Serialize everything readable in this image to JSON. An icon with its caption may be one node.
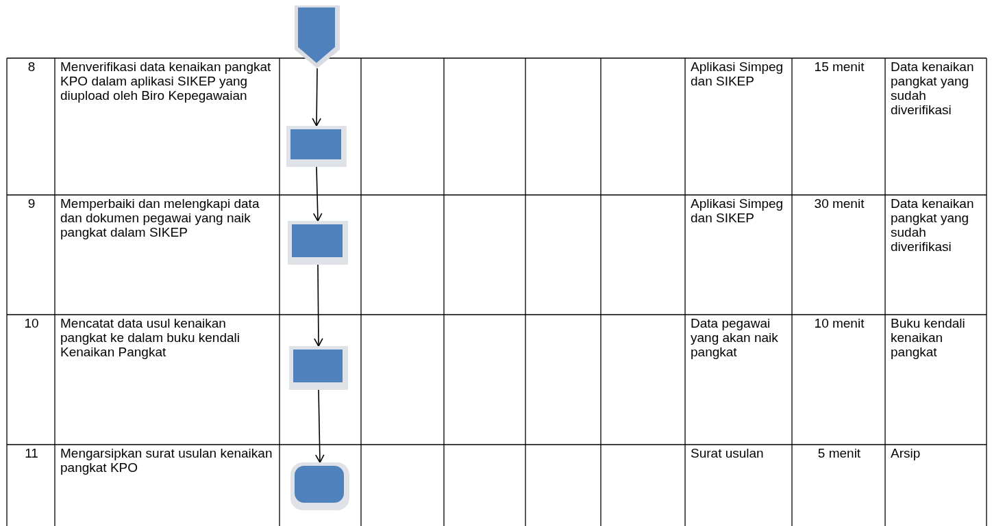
{
  "diagram": {
    "nodes": [
      {
        "text": [],
        "shape": "pentagon"
      },
      {
        "text": [],
        "shape": "box"
      },
      {
        "text": [],
        "shape": "box"
      },
      {
        "text": [],
        "shape": "box"
      },
      {
        "text": [],
        "shape": "pill"
      }
    ],
    "edges": [
      {
        "from": 0,
        "to": 1,
        "arrow": "to"
      },
      {
        "from": 1,
        "to": 2,
        "arrow": "to"
      },
      {
        "from": 2,
        "to": 3,
        "arrow": "to"
      },
      {
        "from": 3,
        "to": 4,
        "arrow": "to"
      }
    ],
    "labels": [
      "8",
      "Menverifikasi data kenaikan pangkat KPO dalam aplikasi SIKEP yang diupload oleh Biro Kepegawaian",
      "Aplikasi Simpeg dan SIKEP",
      "15 menit",
      "Data kenaikan pangkat yang sudah diverifikasi",
      "9",
      "Memperbaiki dan melengkapi data dan dokumen pegawai yang naik pangkat dalam SIKEP",
      "Aplikasi Simpeg dan SIKEP",
      "30 menit",
      "Data kenaikan pangkat yang sudah diverifikasi",
      "10",
      "Mencatat data usul kenaikan pangkat ke dalam buku kendali Kenaikan Pangkat",
      "Data pegawai yang akan naik pangkat",
      "10 menit",
      "Buku kendali kenaikan pangkat",
      "11",
      "Mengarsipkan surat usulan kenaikan pangkat KPO",
      "Surat usulan",
      "5 menit",
      "Arsip"
    ]
  }
}
